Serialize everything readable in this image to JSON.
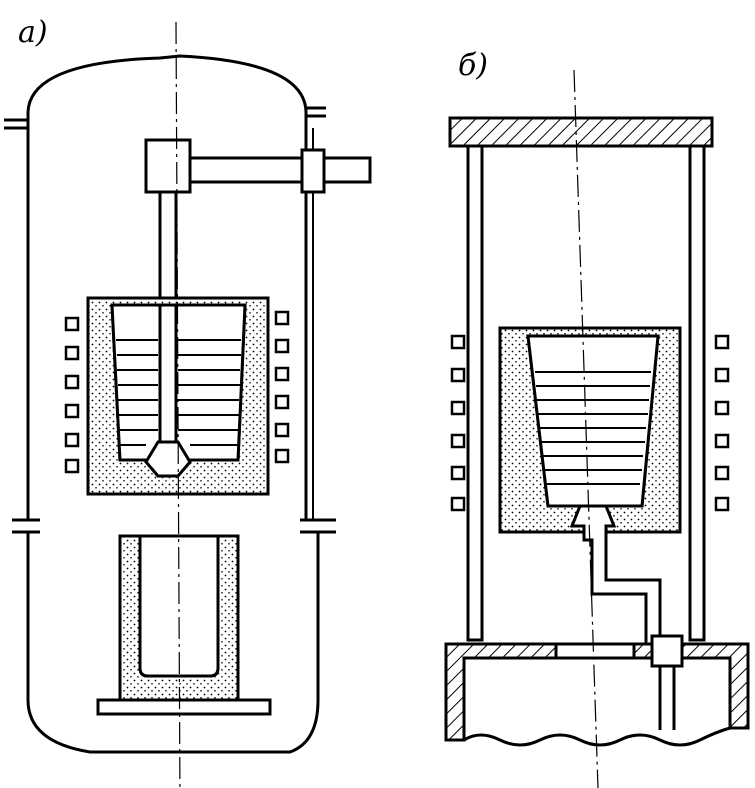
{
  "labels": {
    "a": "a)",
    "b": "б)"
  },
  "figures": {
    "a": {
      "coil_turns_per_side": 6
    },
    "b": {
      "coil_turns_per_side": 6
    }
  }
}
